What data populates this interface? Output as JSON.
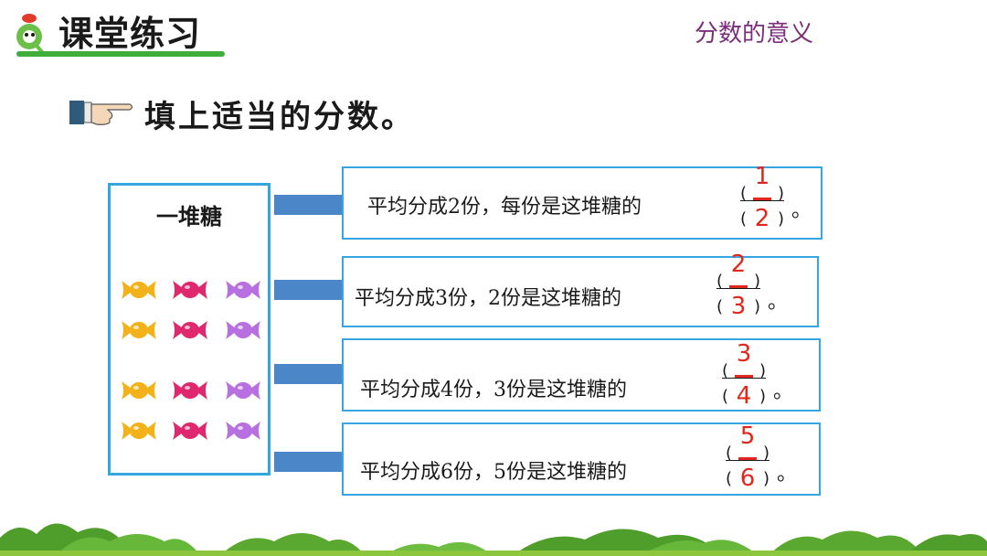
{
  "header": {
    "title": "课堂练习",
    "topic": "分数的意义"
  },
  "instruction": "填上适当的分数。",
  "candy_box": {
    "label": "一堆糖",
    "colors": [
      "#f3b21a",
      "#e0286e",
      "#b86fe0"
    ]
  },
  "rows": [
    {
      "sentence": "平均分成2份，每份是这堆糖的",
      "numerator": "1",
      "denominator": "2",
      "period": "。"
    },
    {
      "sentence": "平均分成3份，2份是这堆糖的",
      "numerator": "2",
      "denominator": "3",
      "period": "。"
    },
    {
      "sentence": "平均分成4份，3份是这堆糖的",
      "numerator": "3",
      "denominator": "4",
      "period": "。"
    },
    {
      "sentence": "平均分成6份，5份是这堆糖的",
      "numerator": "5",
      "denominator": "6",
      "period": "。"
    }
  ],
  "icons": {
    "logo": "q-snail-logo-icon",
    "pointer": "pointing-hand-icon",
    "candy": "wrapped-candy-icon",
    "grass": "bush-decoration"
  }
}
